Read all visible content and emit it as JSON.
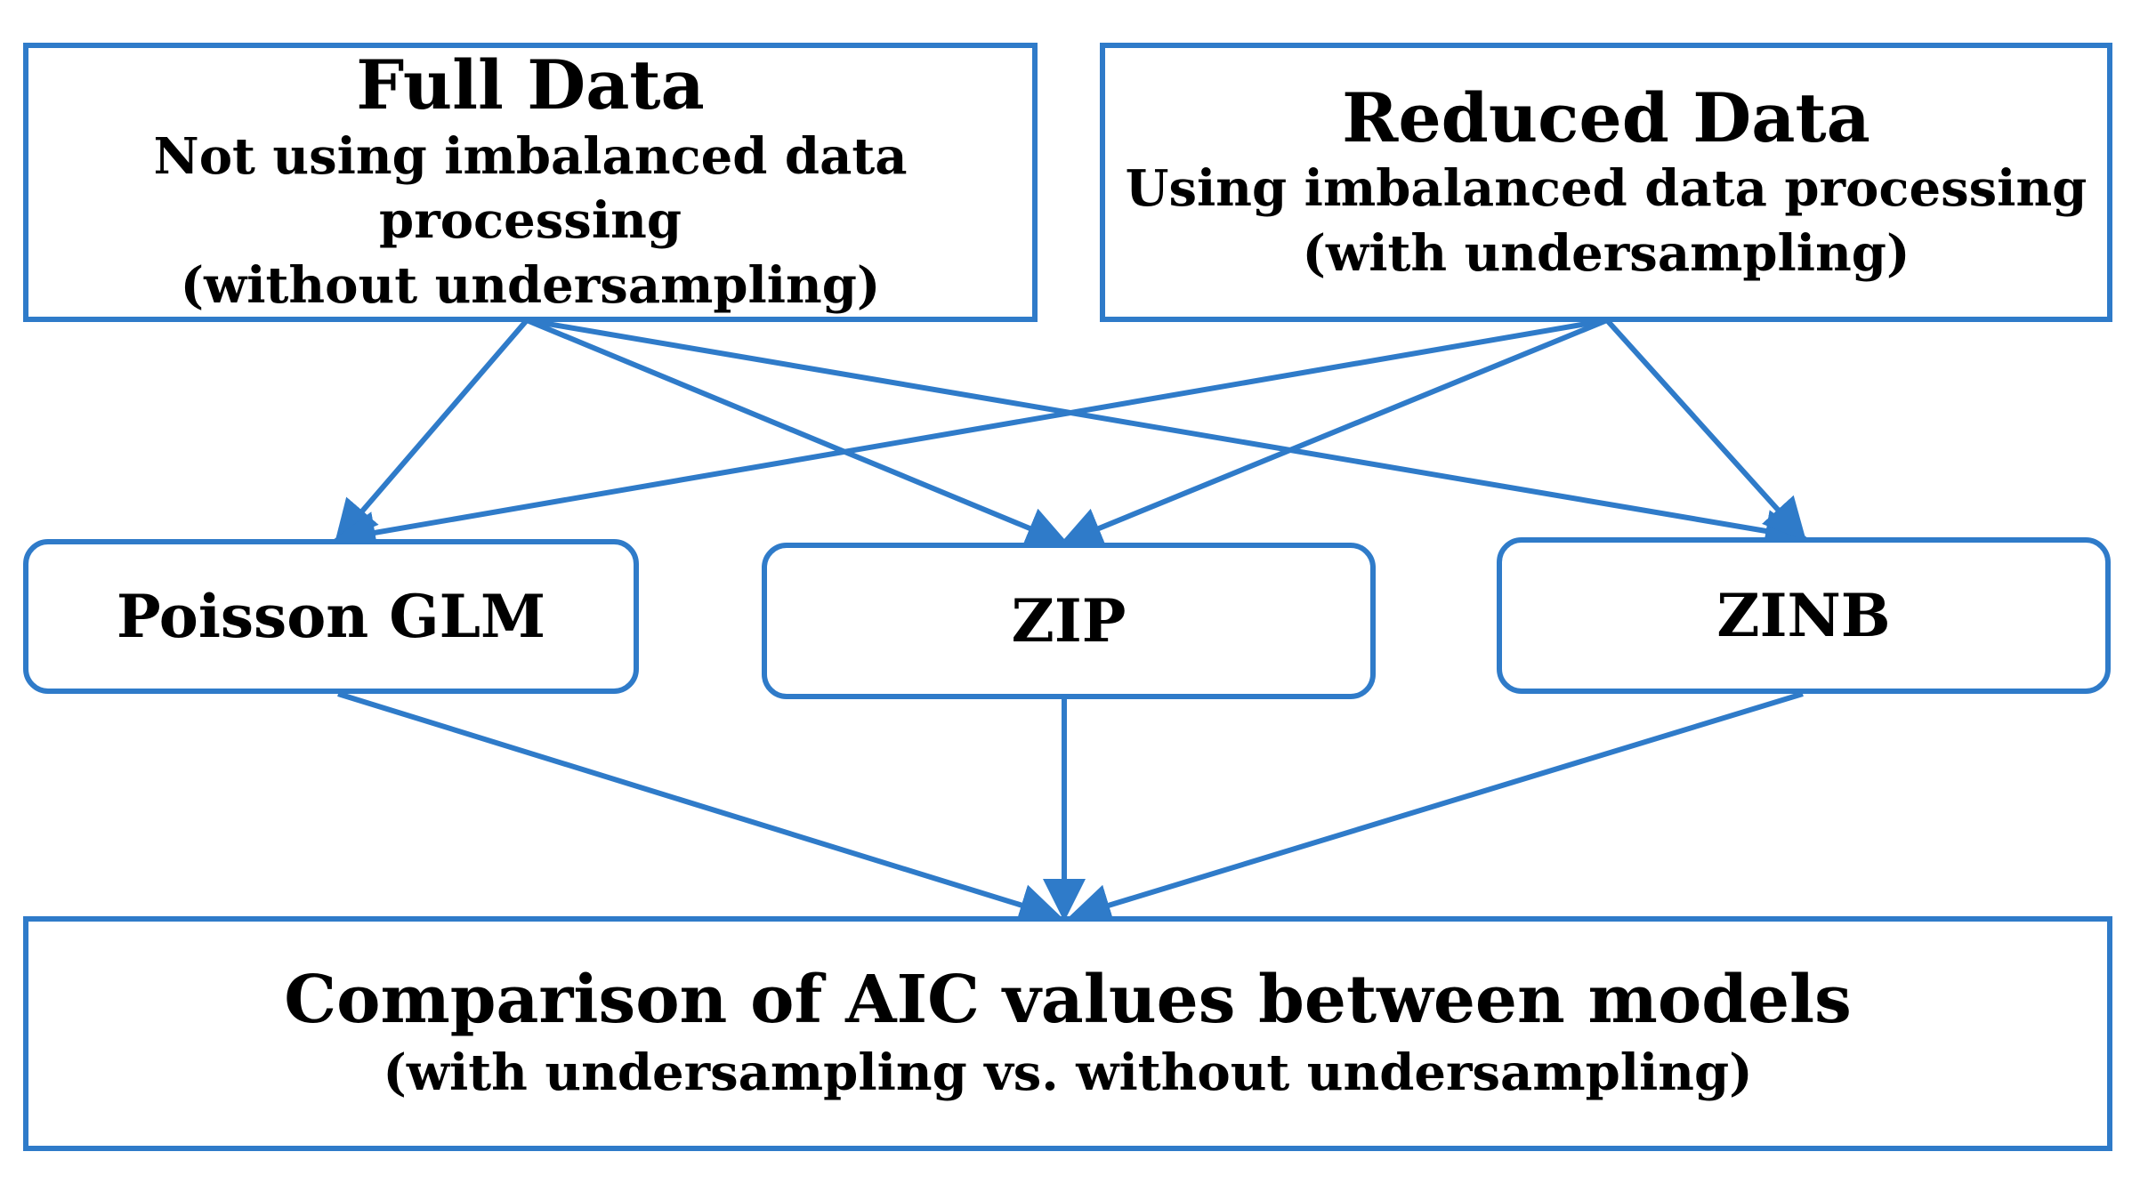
{
  "colors": {
    "stroke": "#2f7bc9",
    "text": "#000000"
  },
  "sources": {
    "full": {
      "title": "Full Data",
      "line1": "Not using imbalanced data processing",
      "line2": "(without undersampling)"
    },
    "reduced": {
      "title": "Reduced Data",
      "line1": "Using imbalanced data processing",
      "line2": "(with undersampling)"
    }
  },
  "models": {
    "poisson": "Poisson GLM",
    "zip": "ZIP",
    "zinb": "ZINB"
  },
  "result": {
    "title": "Comparison of AIC values between models",
    "subtitle": "(with undersampling vs. without undersampling)"
  }
}
